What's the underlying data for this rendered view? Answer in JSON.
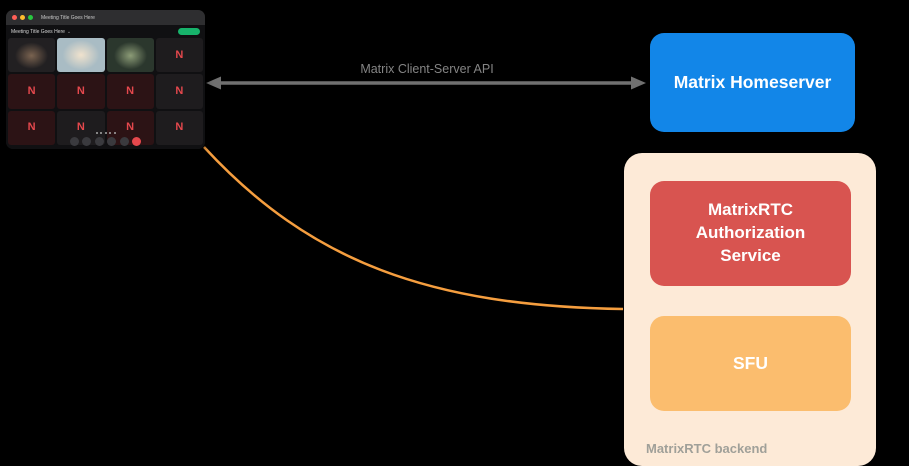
{
  "colors": {
    "homeserver_blue": "#1286e8",
    "auth_red": "#d85450",
    "sfu_orange": "#fbbd6e",
    "backend_peach": "#fdead7",
    "arrow_gray": "#707070",
    "arrow_label_gray": "#848484",
    "backend_label_gray": "#a0a099",
    "curve_orange": "#f59e3f",
    "join_green": "#17b36b",
    "avatar_red": "#e5484d"
  },
  "arrow": {
    "label": "Matrix Client-Server API"
  },
  "homeserver": {
    "label": "Matrix Homeserver"
  },
  "auth_service": {
    "label": "MatrixRTC Authorization Service"
  },
  "sfu": {
    "label": "SFU"
  },
  "backend": {
    "label": "MatrixRTC backend"
  },
  "call_window": {
    "title": "Meeting Title Goes Here",
    "avatar_letter": "N",
    "tiles": [
      "person-a",
      "person-b",
      "person-c",
      "n-dark",
      "n-maroon",
      "n-maroon",
      "n-maroon",
      "n-dark",
      "n-maroon",
      "n-dark",
      "n-maroon",
      "n-dark"
    ],
    "controls": [
      "mic",
      "camera",
      "screenshare",
      "reactions",
      "more",
      "leave"
    ],
    "pagination_dots": 5
  }
}
